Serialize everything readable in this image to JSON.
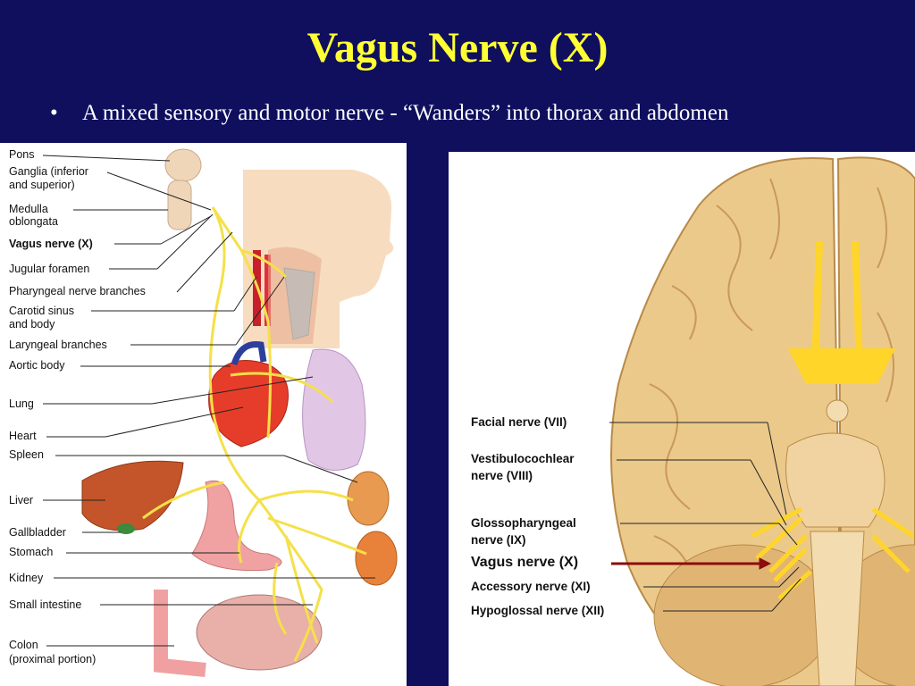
{
  "slide": {
    "title": "Vagus Nerve (X)",
    "bullet_glyph": "•",
    "bullet": "A mixed sensory and motor nerve - “Wanders” into thorax and abdomen"
  },
  "left_diagram": {
    "labels": {
      "pons": "Pons",
      "ganglia_1": "Ganglia (inferior",
      "ganglia_2": "and superior)",
      "medulla_1": "Medulla",
      "medulla_2": "oblongata",
      "vagus": "Vagus nerve (X)",
      "jugular": "Jugular foramen",
      "pharyngeal": "Pharyngeal nerve branches",
      "carotid_1": "Carotid sinus",
      "carotid_2": "and body",
      "laryngeal": "Laryngeal branches",
      "aortic": "Aortic body",
      "lung": "Lung",
      "heart": "Heart",
      "spleen": "Spleen",
      "liver": "Liver",
      "gallbladder": "Gallbladder",
      "stomach": "Stomach",
      "kidney": "Kidney",
      "small_intestine": "Small intestine",
      "colon_1": "Colon",
      "colon_2": "(proximal portion)"
    }
  },
  "right_diagram": {
    "labels": {
      "facial": "Facial nerve (VII)",
      "vestibulo_1": "Vestibulocochlear",
      "vestibulo_2": "nerve (VIII)",
      "glosso_1": "Glossopharyngeal",
      "glosso_2": "nerve (IX)",
      "vagus": "Vagus nerve (X)",
      "accessory": "Accessory nerve (XI)",
      "hypoglossal": "Hypoglossal nerve (XII)"
    }
  },
  "colors": {
    "background": "#0f0f5e",
    "title": "#ffff33",
    "nerve": "#f5e04a",
    "arrow": "#8b0d0d"
  }
}
